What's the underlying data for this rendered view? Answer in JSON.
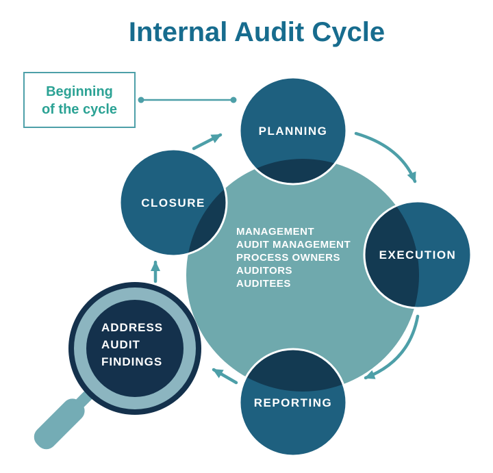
{
  "title": "Internal Audit Cycle",
  "annotation": {
    "line1": "Beginning",
    "line2": "of the cycle"
  },
  "stages": {
    "planning": "PLANNING",
    "execution": "EXECUTION",
    "reporting": "REPORTING",
    "closure": "CLOSURE",
    "address_findings": {
      "line1": "ADDRESS",
      "line2": "AUDIT",
      "line3": "FINDINGS"
    }
  },
  "center_participants": [
    "MANAGEMENT",
    "AUDIT MANAGEMENT",
    "PROCESS OWNERS",
    "AUDITORS",
    "AUDITEES"
  ],
  "colors": {
    "title": "#176C8E",
    "stage_circle": "#1E607F",
    "stage_overlap": "#133A52",
    "center_circle": "#6FA9AD",
    "arrow": "#4D9FA8",
    "annotation_text": "#2BA294",
    "annotation_border": "#4D9FA8",
    "magnifier_navy": "#14314C",
    "magnifier_ring": "#8CB5C0",
    "magnifier_handle": "#74ACB5"
  }
}
